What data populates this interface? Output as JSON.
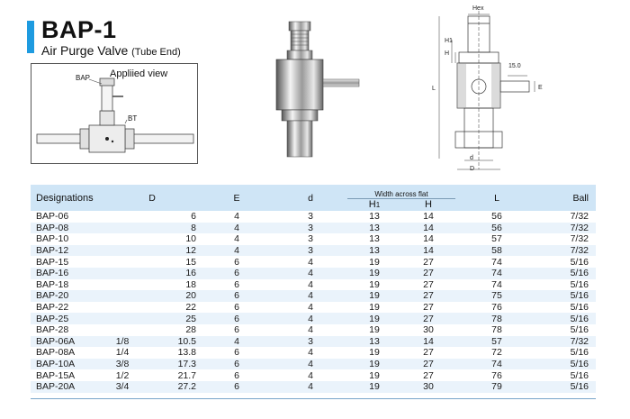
{
  "header": {
    "title": "BAP-1",
    "subtitle_main": "Air Purge Valve",
    "subtitle_note": "(Tube End)"
  },
  "applied_view": {
    "title": "Appliied view",
    "label_bap": "BAP",
    "label_bt": "BT"
  },
  "drawing": {
    "hex": "Hex",
    "h1": "H1",
    "h": "H",
    "l": "L",
    "dim_15": "15.0",
    "e": "E",
    "d_small": "d",
    "d_big": "D"
  },
  "colors": {
    "accent": "#1e9be0",
    "table_header": "#cfe5f6",
    "table_stripe": "#eaf3fb"
  },
  "table": {
    "headers": {
      "designations": "Designations",
      "D": "D",
      "E": "E",
      "d": "d",
      "width_across_flat": "Width across flat",
      "H1": "H",
      "H1_sub": "1",
      "H": "H",
      "L": "L",
      "Ball": "Ball"
    },
    "rows": [
      {
        "name": "BAP-06",
        "p1": "",
        "D": "6",
        "E": "4",
        "d": "3",
        "H1": "13",
        "H": "14",
        "L": "56",
        "Ball": "7/32"
      },
      {
        "name": "BAP-08",
        "p1": "",
        "D": "8",
        "E": "4",
        "d": "3",
        "H1": "13",
        "H": "14",
        "L": "56",
        "Ball": "7/32"
      },
      {
        "name": "BAP-10",
        "p1": "",
        "D": "10",
        "E": "4",
        "d": "3",
        "H1": "13",
        "H": "14",
        "L": "57",
        "Ball": "7/32"
      },
      {
        "name": "BAP-12",
        "p1": "",
        "D": "12",
        "E": "4",
        "d": "3",
        "H1": "13",
        "H": "14",
        "L": "58",
        "Ball": "7/32"
      },
      {
        "name": "BAP-15",
        "p1": "",
        "D": "15",
        "E": "6",
        "d": "4",
        "H1": "19",
        "H": "27",
        "L": "74",
        "Ball": "5/16"
      },
      {
        "name": "BAP-16",
        "p1": "",
        "D": "16",
        "E": "6",
        "d": "4",
        "H1": "19",
        "H": "27",
        "L": "74",
        "Ball": "5/16"
      },
      {
        "name": "BAP-18",
        "p1": "",
        "D": "18",
        "E": "6",
        "d": "4",
        "H1": "19",
        "H": "27",
        "L": "74",
        "Ball": "5/16"
      },
      {
        "name": "BAP-20",
        "p1": "",
        "D": "20",
        "E": "6",
        "d": "4",
        "H1": "19",
        "H": "27",
        "L": "75",
        "Ball": "5/16"
      },
      {
        "name": "BAP-22",
        "p1": "",
        "D": "22",
        "E": "6",
        "d": "4",
        "H1": "19",
        "H": "27",
        "L": "76",
        "Ball": "5/16"
      },
      {
        "name": "BAP-25",
        "p1": "",
        "D": "25",
        "E": "6",
        "d": "4",
        "H1": "19",
        "H": "27",
        "L": "78",
        "Ball": "5/16"
      },
      {
        "name": "BAP-28",
        "p1": "",
        "D": "28",
        "E": "6",
        "d": "4",
        "H1": "19",
        "H": "30",
        "L": "78",
        "Ball": "5/16"
      },
      {
        "name": "BAP-06A",
        "p1": "1/8",
        "D": "10.5",
        "E": "4",
        "d": "3",
        "H1": "13",
        "H": "14",
        "L": "57",
        "Ball": "7/32"
      },
      {
        "name": "BAP-08A",
        "p1": "1/4",
        "D": "13.8",
        "E": "6",
        "d": "4",
        "H1": "19",
        "H": "27",
        "L": "72",
        "Ball": "5/16"
      },
      {
        "name": "BAP-10A",
        "p1": "3/8",
        "D": "17.3",
        "E": "6",
        "d": "4",
        "H1": "19",
        "H": "27",
        "L": "74",
        "Ball": "5/16"
      },
      {
        "name": "BAP-15A",
        "p1": "1/2",
        "D": "21.7",
        "E": "6",
        "d": "4",
        "H1": "19",
        "H": "27",
        "L": "76",
        "Ball": "5/16"
      },
      {
        "name": "BAP-20A",
        "p1": "3/4",
        "D": "27.2",
        "E": "6",
        "d": "4",
        "H1": "19",
        "H": "30",
        "L": "79",
        "Ball": "5/16"
      }
    ]
  }
}
